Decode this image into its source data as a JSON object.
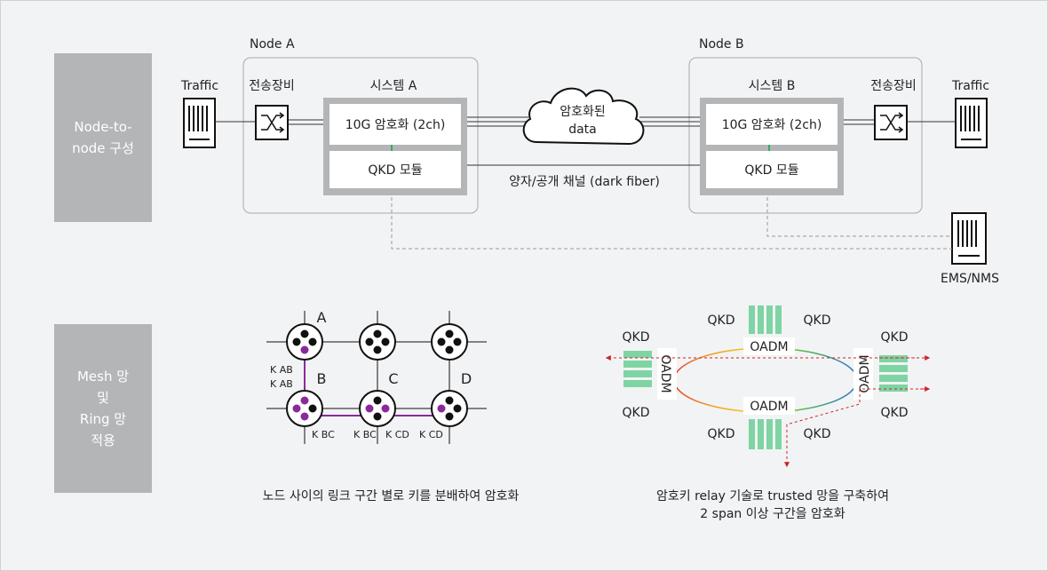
{
  "sections": {
    "top_label": "Node-to-\nnode 구성",
    "bottom_label": "Mesh 망\n및\nRing 망\n적용"
  },
  "top": {
    "node_a": "Node A",
    "node_b": "Node B",
    "traffic_left": "Traffic",
    "traffic_right": "Traffic",
    "transport_left": "전송장비",
    "transport_right": "전송장비",
    "system_a": "시스템 A",
    "system_b": "시스템 B",
    "enc_a": "10G 암호화 (2ch)",
    "enc_b": "10G 암호화 (2ch)",
    "qkd_a": "QKD 모듈",
    "qkd_b": "QKD 모듈",
    "cloud_line1": "암호화된",
    "cloud_line2": "data",
    "channel": "양자/공개 채널 (dark fiber)",
    "ems": "EMS/NMS"
  },
  "mesh": {
    "node_labels": [
      "A",
      "B",
      "C",
      "D"
    ],
    "key_ab_1": "K AB",
    "key_ab_2": "K AB",
    "key_bc_1": "K BC",
    "key_bc_2": "K BC",
    "key_cd_1": "K CD",
    "key_cd_2": "K CD",
    "caption": "노드 사이의 링크 구간 별로 키를 분배하여 암호화",
    "link_color": "#8a2a9a"
  },
  "ring": {
    "qkd_labels": [
      "QKD",
      "QKD",
      "QKD",
      "QKD",
      "QKD",
      "QKD",
      "QKD",
      "QKD"
    ],
    "oadm_top": "OADM",
    "oadm_bottom": "OADM",
    "oadm_left": "OADM",
    "oadm_right": "OADM",
    "caption_line1": "암호키 relay 기술로 trusted 망을 구축하여",
    "caption_line2": "2 span 이상 구간을 암호화",
    "module_color": "#7fd4a4",
    "arrow_color": "#d0212a"
  }
}
